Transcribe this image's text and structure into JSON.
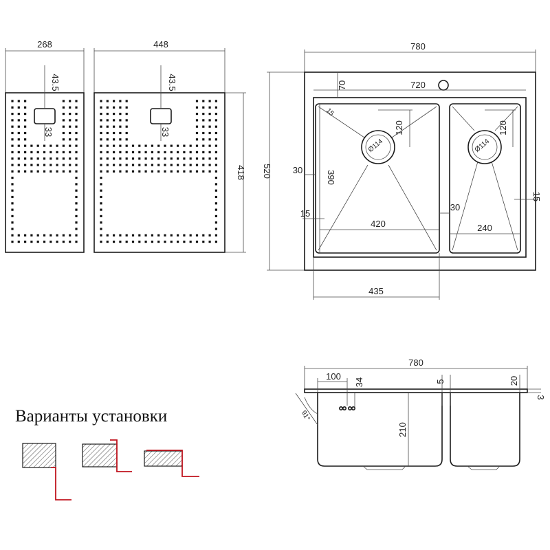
{
  "page": {
    "installation_title": "Варианты установки"
  },
  "colander_small": {
    "width": "268",
    "hole_offset": "43.5",
    "hole_size": "33"
  },
  "colander_large": {
    "width": "448",
    "hole_offset": "43.5",
    "hole_size": "33",
    "height": "418"
  },
  "sink_top_view": {
    "overall_width": "780",
    "overall_depth": "520",
    "bowls_width": "720",
    "top_margin": "70",
    "left_margin": "30",
    "bowl_depth": "390",
    "corner_radius_left": "15",
    "drain_offset_left": "120",
    "drain_offset_right": "120",
    "drain_diameter_left": "Ø114",
    "drain_diameter_right": "Ø114",
    "left_bowl_inner": "420",
    "divider": "30",
    "right_bowl_inner": "240",
    "corner_radius_right": "15",
    "left_bowl_width": "435"
  },
  "sink_side_view": {
    "overall_width": "780",
    "overflow_offset": "100",
    "overflow_height": "34",
    "divider_gap": "5",
    "rim_height": "20",
    "flange": "3",
    "bowl_height": "210",
    "angle": "91°"
  },
  "colors": {
    "line": "#1a1a1a",
    "dimension": "#4a4a4a",
    "accent": "#c0141e",
    "hatch": "#555555"
  }
}
